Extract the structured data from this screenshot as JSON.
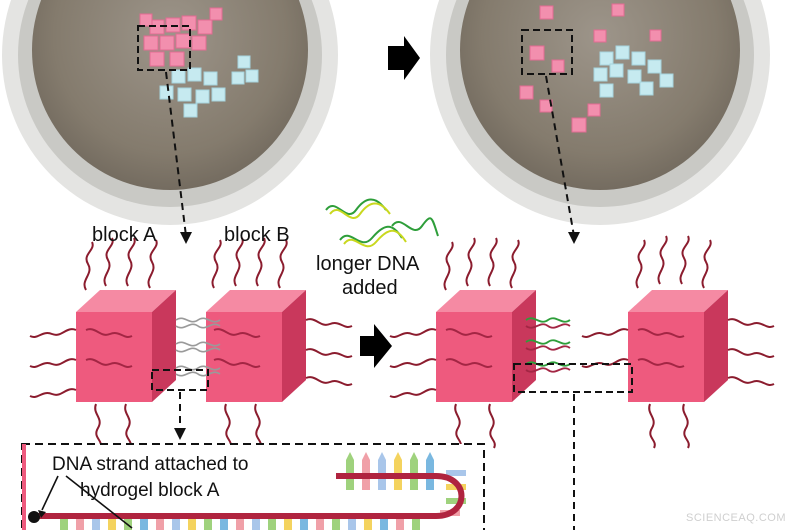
{
  "labels": {
    "block_a": "block A",
    "block_b": "block B",
    "longer_dna_line1": "longer DNA",
    "longer_dna_line2": "added",
    "strand_line1": "DNA strand attached to",
    "strand_line2": "hydrogel block A"
  },
  "watermark": "SCIENCEAQ.COM",
  "colors": {
    "block_face": "#ee5a7e",
    "block_top": "#f58aa3",
    "block_side": "#c9385c",
    "dna_strand": "#8b1c2e",
    "long_dna": "#2e9e3a",
    "long_dna_alt": "#c9d81f",
    "gel_pink": "#f08fab",
    "gel_blue": "#bfe6ee",
    "dish_bg": "#8e8576",
    "dish_rim": "#d9d9d6",
    "arrow": "#000000",
    "base_pair_colors": [
      "#9fd27d",
      "#f0a0a8",
      "#a9c6ea",
      "#f4d35e",
      "#7ab8e0"
    ]
  },
  "icons": [
    "right-arrow-icon",
    "right-arrow-icon"
  ]
}
